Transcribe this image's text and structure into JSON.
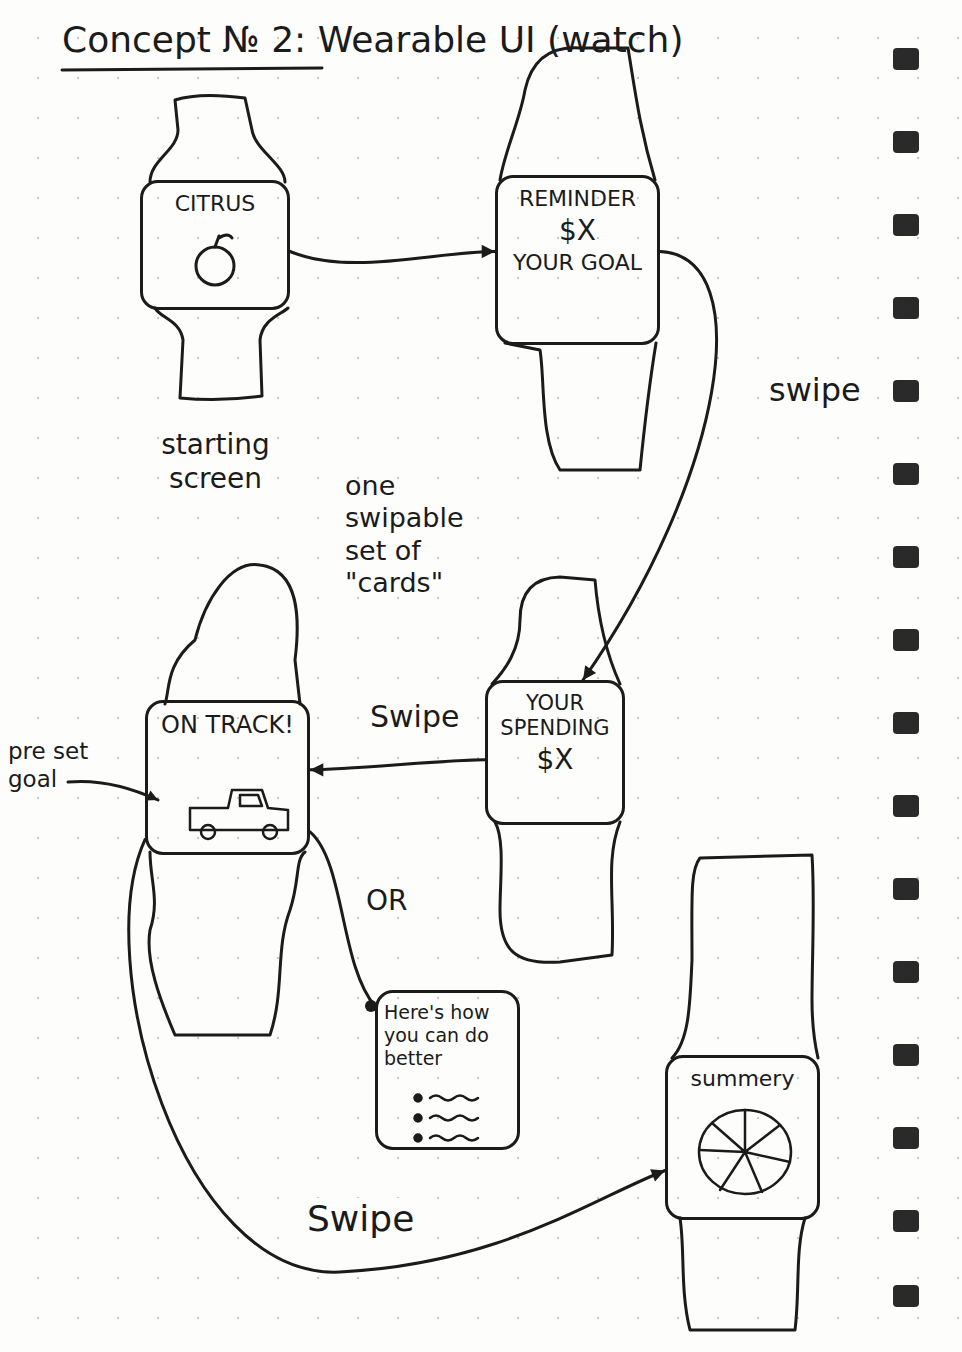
{
  "diagram": {
    "title": "Concept № 2: Wearable UI (watch)",
    "nodes": [
      {
        "text": [
          "CITRUS"
        ]
      },
      {
        "text": [
          "REMINDER",
          "$X",
          "YOUR GOAL"
        ]
      },
      {
        "text": [
          "YOUR SPENDING",
          "$X"
        ]
      },
      {
        "text": [
          "ON TRACK!"
        ]
      },
      {
        "text": [
          "Here's how you can do better"
        ]
      },
      {
        "text": [
          "summery"
        ]
      }
    ],
    "edges": [
      {
        "from": 0,
        "to": 1,
        "arrow": "to"
      },
      {
        "from": 1,
        "to": 2,
        "label": "swipe",
        "arrow": "to"
      },
      {
        "from": 2,
        "to": 3,
        "label": "Swipe",
        "arrow": "to"
      },
      {
        "from": 3,
        "to": 4,
        "label": "OR",
        "arrow": "none"
      },
      {
        "from": 3,
        "to": 5,
        "label": "Swipe",
        "arrow": "to"
      }
    ],
    "labels": [
      "starting screen",
      "one swipable set of \"cards\"",
      "pre set goal"
    ]
  }
}
